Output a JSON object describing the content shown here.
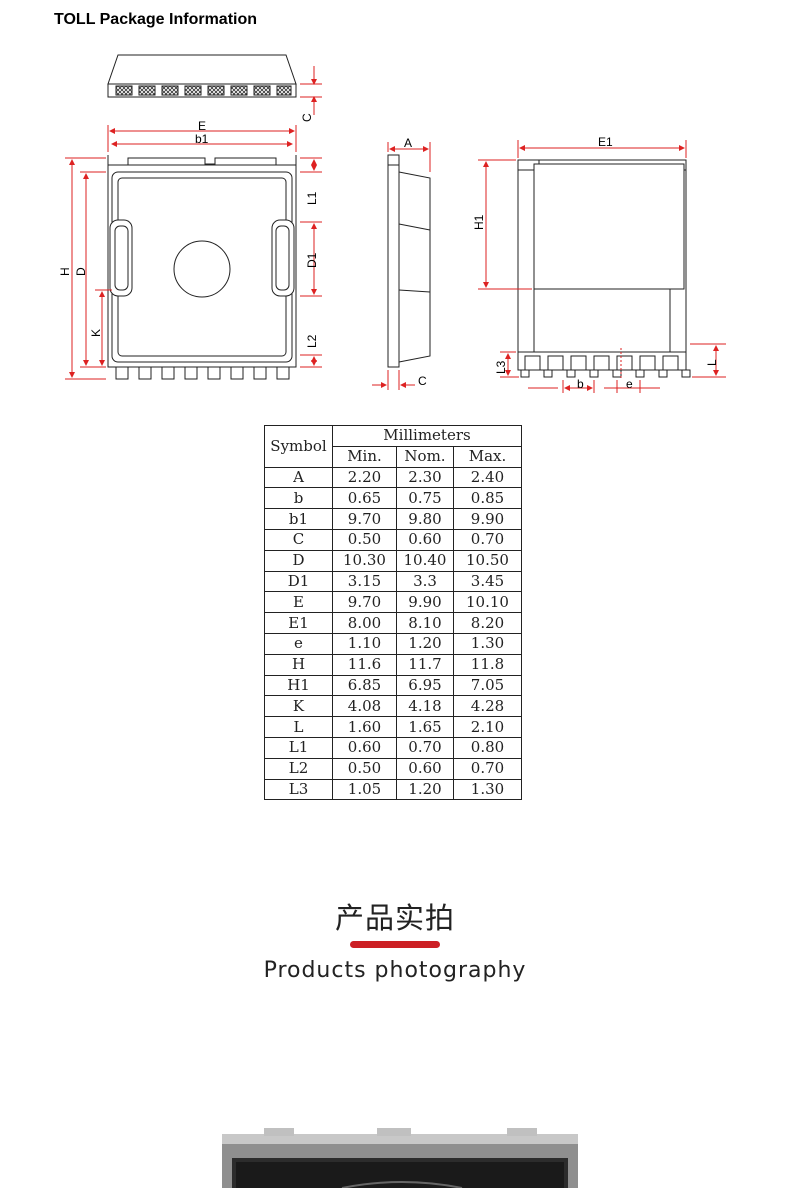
{
  "header": {
    "title": "TOLL Package Information"
  },
  "drawing_labels": {
    "E": "E",
    "b1": "b1",
    "C": "C",
    "L1": "L1",
    "D1": "D1",
    "H": "H",
    "D": "D",
    "K": "K",
    "L2": "L2",
    "A": "A",
    "E1": "E1",
    "H1": "H1",
    "L3": "L3",
    "b": "b",
    "e": "e",
    "L": "L"
  },
  "table": {
    "header_symbol": "Symbol",
    "header_unit": "Millimeters",
    "subheaders": [
      "Min.",
      "Nom.",
      "Max."
    ],
    "rows": [
      [
        "A",
        "2.20",
        "2.30",
        "2.40"
      ],
      [
        "b",
        "0.65",
        "0.75",
        "0.85"
      ],
      [
        "b1",
        "9.70",
        "9.80",
        "9.90"
      ],
      [
        "C",
        "0.50",
        "0.60",
        "0.70"
      ],
      [
        "D",
        "10.30",
        "10.40",
        "10.50"
      ],
      [
        "D1",
        "3.15",
        "3.3",
        "3.45"
      ],
      [
        "E",
        "9.70",
        "9.90",
        "10.10"
      ],
      [
        "E1",
        "8.00",
        "8.10",
        "8.20"
      ],
      [
        "e",
        "1.10",
        "1.20",
        "1.30"
      ],
      [
        "H",
        "11.6",
        "11.7",
        "11.8"
      ],
      [
        "H1",
        "6.85",
        "6.95",
        "7.05"
      ],
      [
        "K",
        "4.08",
        "4.18",
        "4.28"
      ],
      [
        "L",
        "1.60",
        "1.65",
        "2.10"
      ],
      [
        "L1",
        "0.60",
        "0.70",
        "0.80"
      ],
      [
        "L2",
        "0.50",
        "0.60",
        "0.70"
      ],
      [
        "L3",
        "1.05",
        "1.20",
        "1.30"
      ]
    ]
  },
  "section": {
    "title_cn": "产品实拍",
    "title_en": "Products photography",
    "accent_color": "#cc1f24"
  }
}
